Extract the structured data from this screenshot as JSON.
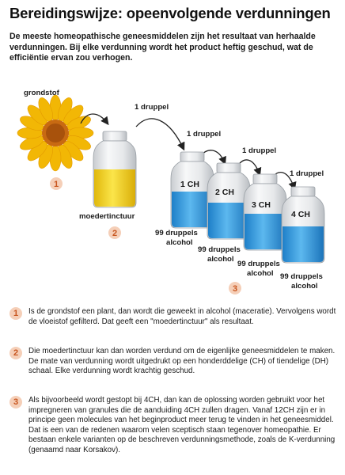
{
  "title": "Bereidingswijze: opeenvolgende verdunningen",
  "intro": "De meeste homeopathische geneesmiddelen zijn het resultaat van herhaalde verdunningen. Bij elke verdunning wordt het product heftig geschud, wat de efficiëntie ervan zou verhogen.",
  "diagram": {
    "grondstof_label": "grondstof",
    "moedertinctuur_label": "moedertinctuur",
    "druppel_label": "1 druppel",
    "alcohol_label_1": "99 druppels",
    "alcohol_label_2": "alcohol",
    "jars": [
      "1 CH",
      "2 CH",
      "3 CH",
      "4 CH"
    ],
    "numbers": [
      "1",
      "2",
      "3"
    ]
  },
  "steps": [
    {
      "number": "1",
      "text": "Is de grondstof een plant, dan wordt die geweekt in alcohol (maceratie). Vervolgens wordt de vloeistof gefilterd. Dat geeft een \"moedertinctuur\" als resultaat."
    },
    {
      "number": "2",
      "text": "Die moedertinctuur kan dan worden verdund om de eigenlijke geneesmiddelen te maken. De mate van verdunning wordt uitgedrukt op een honderddelige (CH) of tiendelige (DH) schaal. Elke verdunning wordt krachtig geschud."
    },
    {
      "number": "3",
      "text": "Als bijvoorbeeld wordt gestopt bij 4CH, dan kan de oplossing worden gebruikt voor het impregneren van granules die de aanduiding 4CH zullen dragen. Vanaf 12CH zijn er in principe geen molecules van het beginproduct meer terug te vinden in het geneesmiddel. Dat is een van de redenen waarom velen sceptisch staan tegenover homeopathie. Er bestaan enkele varianten op de beschreven verdunningsmethode, zoals de K-verdunning (genaamd naar Korsakov)."
    }
  ],
  "colors": {
    "flower_petal": "#f2b705",
    "flower_center": "#c86a12",
    "tincture": "#f3d21e",
    "alcohol": "#3b9ee0",
    "badge_bg": "#f5cfb8",
    "badge_text": "#c8561f"
  }
}
